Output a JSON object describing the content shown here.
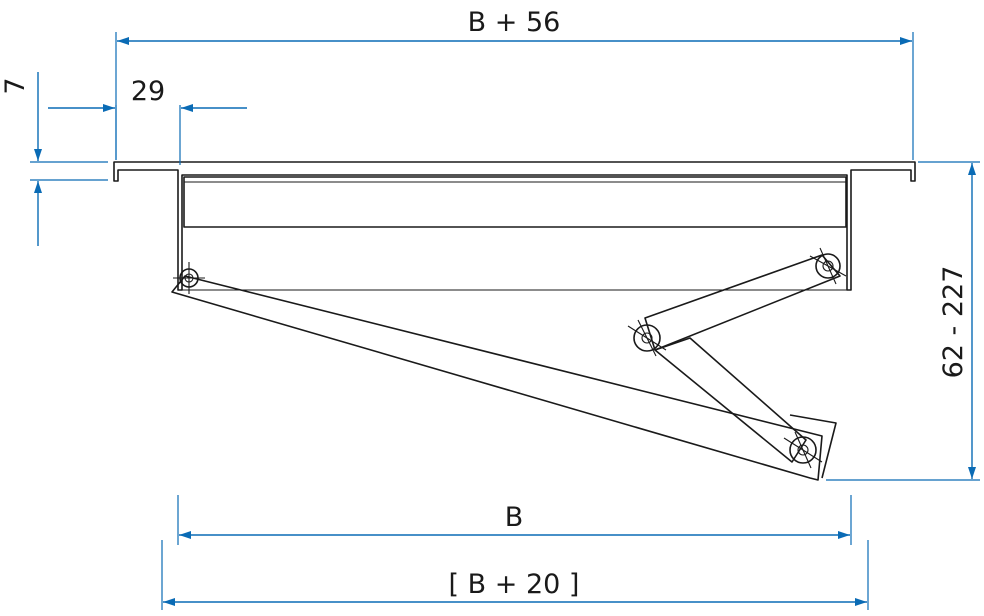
{
  "dimensions": {
    "overall_width": "B + 56",
    "flange_offset": "29",
    "flange_thickness": "7",
    "height_range": "62 - 227",
    "width": "B",
    "outer_width": "[ B + 20 ]"
  },
  "colors": {
    "dimension_lines": "#0a6bb5",
    "part_lines": "#1a1a1a"
  }
}
